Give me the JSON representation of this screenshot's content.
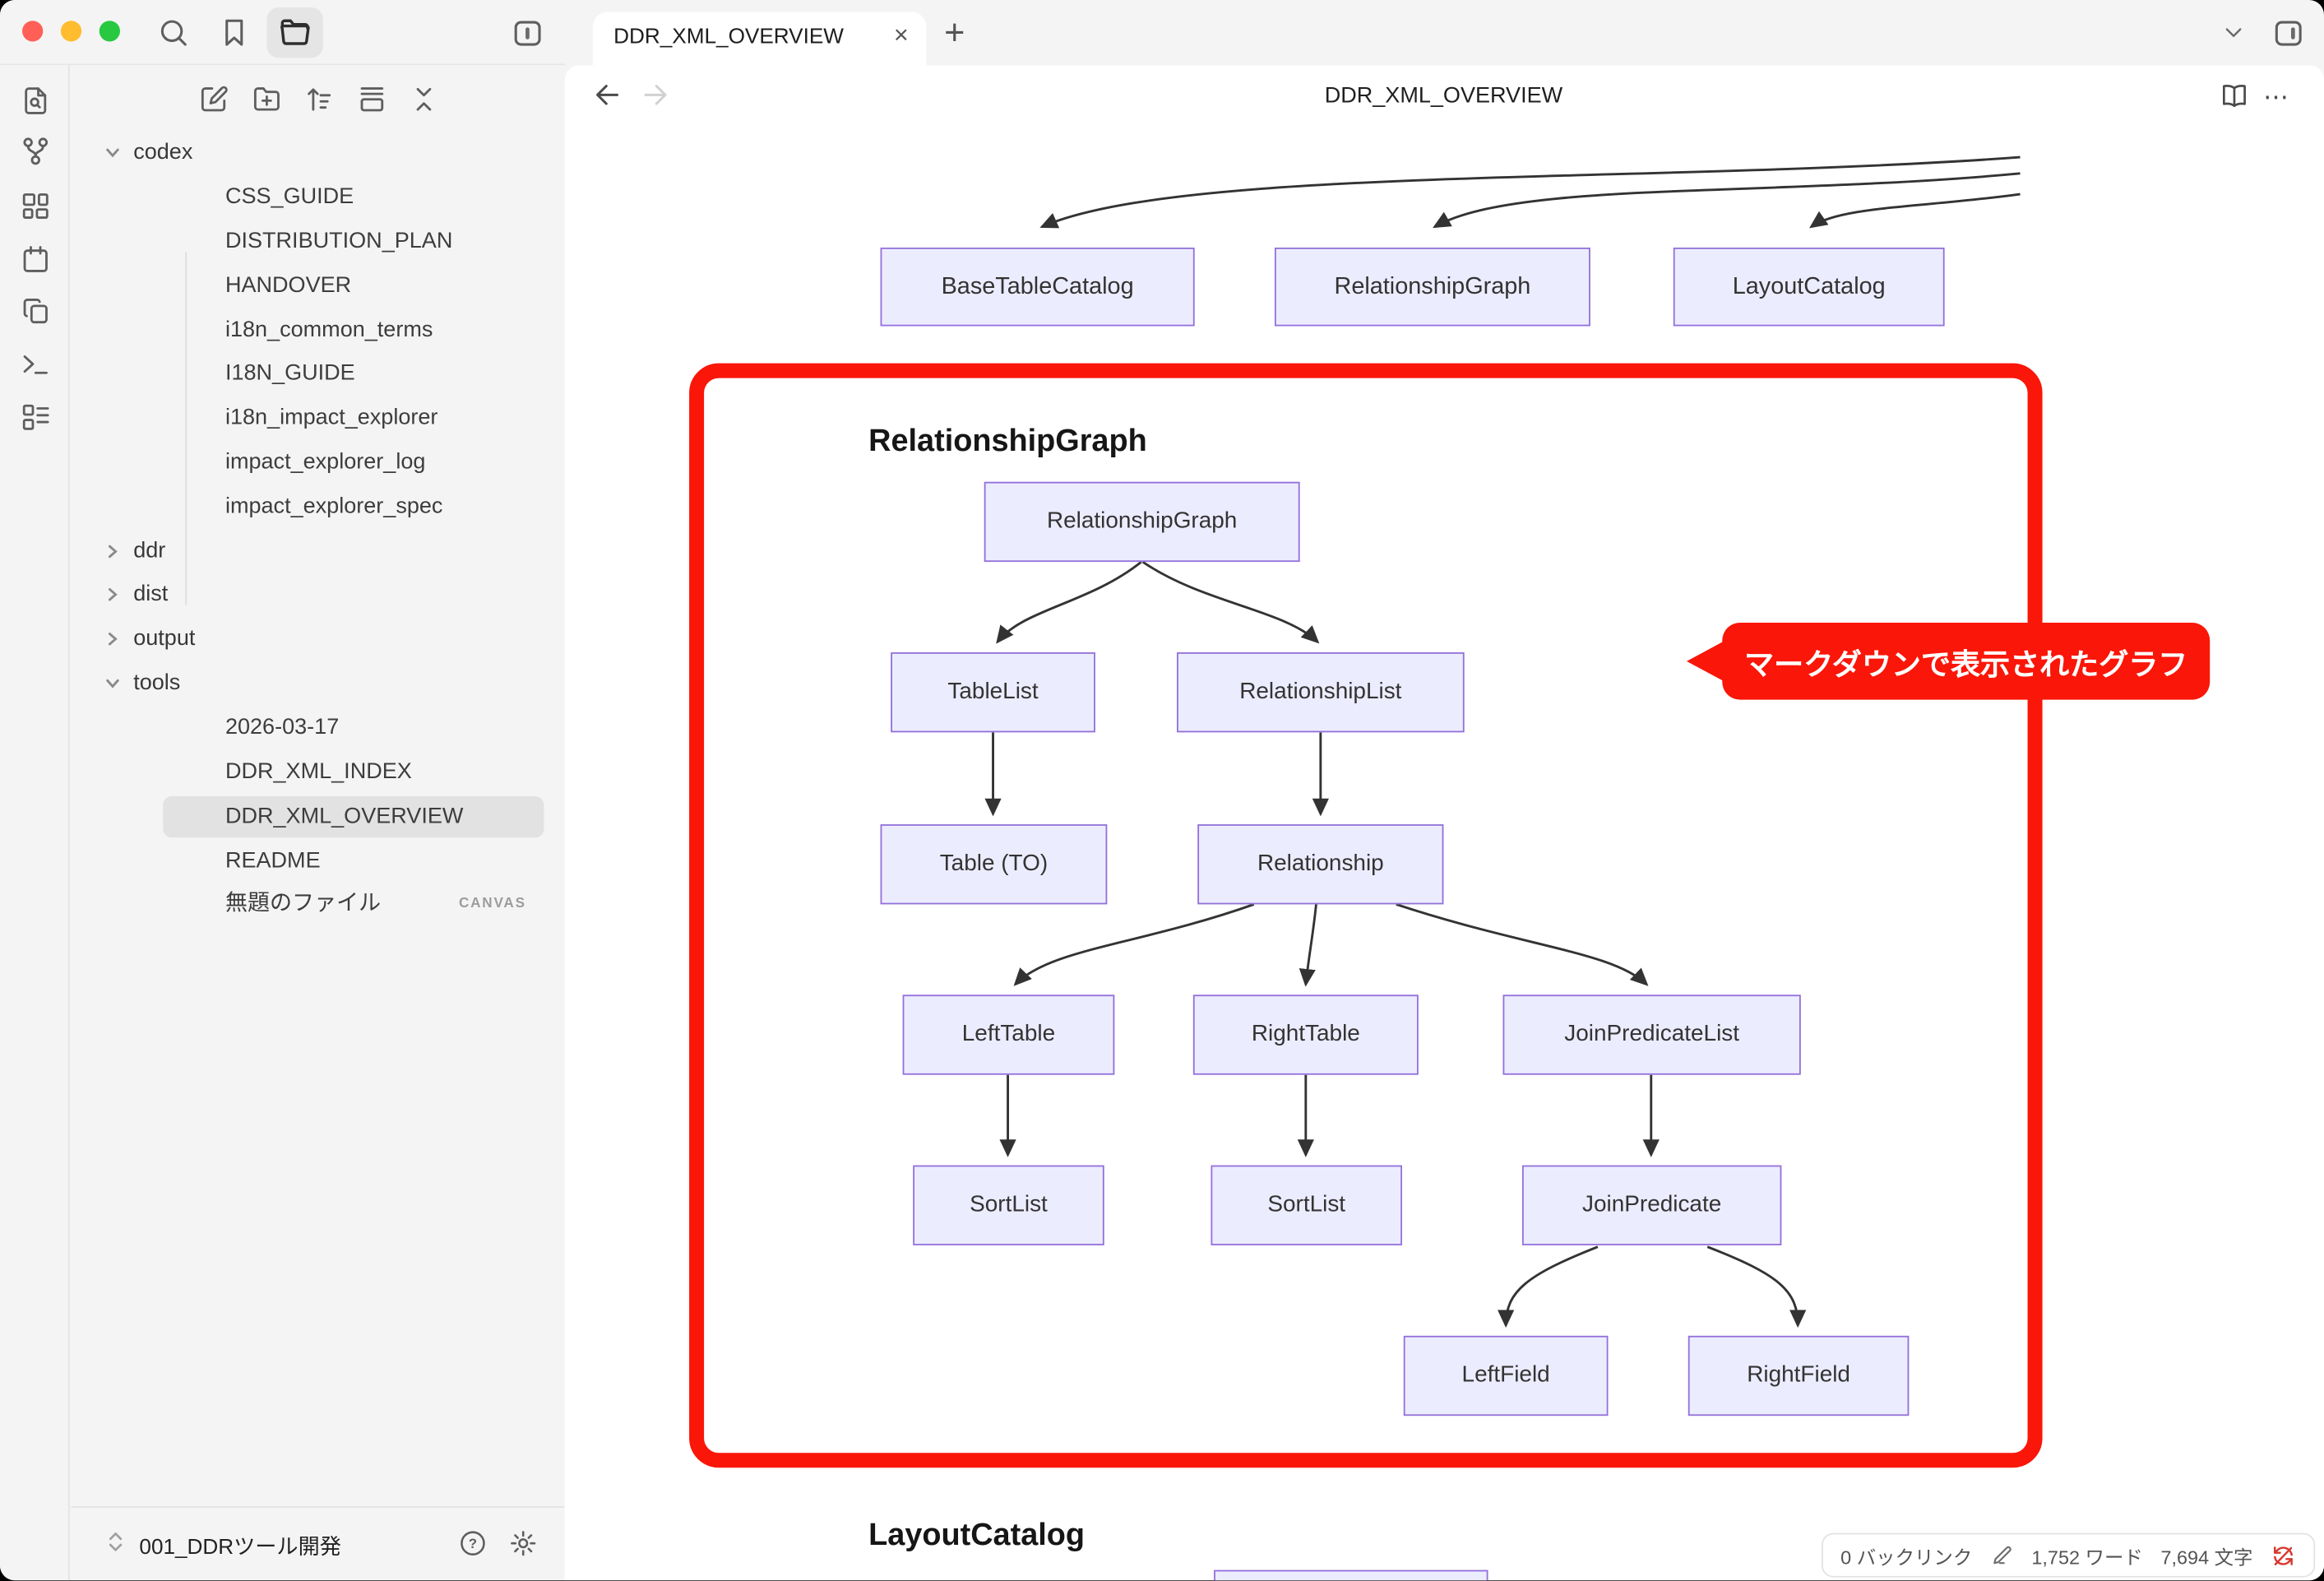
{
  "titlebar": {
    "icons": [
      "search-icon",
      "bookmark-icon",
      "folder-icon",
      "left-sidebar-toggle-icon",
      "right-sidebar-toggle-icon"
    ]
  },
  "ribbon_icons": [
    "file-search-icon",
    "graph-merge-icon",
    "dashboard-icon",
    "calendar-icon",
    "copy-icon",
    "terminal-icon",
    "list-todo-icon"
  ],
  "sidebar": {
    "toolbar_icons": [
      "new-note-icon",
      "new-folder-icon",
      "sort-icon",
      "panel-rows-icon",
      "collapse-all-icon"
    ],
    "tree": [
      {
        "label": "codex",
        "type": "folder",
        "state": "expanded"
      },
      {
        "label": "CSS_GUIDE",
        "type": "file"
      },
      {
        "label": "DISTRIBUTION_PLAN",
        "type": "file"
      },
      {
        "label": "HANDOVER",
        "type": "file"
      },
      {
        "label": "i18n_common_terms",
        "type": "file"
      },
      {
        "label": "I18N_GUIDE",
        "type": "file"
      },
      {
        "label": "i18n_impact_explorer",
        "type": "file"
      },
      {
        "label": "impact_explorer_log",
        "type": "file"
      },
      {
        "label": "impact_explorer_spec",
        "type": "file"
      },
      {
        "label": "ddr",
        "type": "folder",
        "state": "collapsed"
      },
      {
        "label": "dist",
        "type": "folder",
        "state": "collapsed"
      },
      {
        "label": "output",
        "type": "folder",
        "state": "collapsed"
      },
      {
        "label": "tools",
        "type": "folder",
        "state": "expanded"
      },
      {
        "label": "2026-03-17",
        "type": "file"
      },
      {
        "label": "DDR_XML_INDEX",
        "type": "file"
      },
      {
        "label": "DDR_XML_OVERVIEW",
        "type": "file",
        "selected": true
      },
      {
        "label": "README",
        "type": "file"
      },
      {
        "label": "無題のファイル",
        "type": "file",
        "badge": "CANVAS"
      }
    ],
    "vault": {
      "name": "001_DDRツール開発"
    }
  },
  "tab": {
    "title": "DDR_XML_OVERVIEW",
    "close": "×",
    "new_tab": "+"
  },
  "view_header": {
    "title": "DDR_XML_OVERVIEW",
    "more": "⋯"
  },
  "document": {
    "top_graph": {
      "nodes": [
        "BaseTableCatalog",
        "RelationshipGraph",
        "LayoutCatalog"
      ]
    },
    "relationship_graph_section": {
      "heading": "RelationshipGraph",
      "nodes": [
        "RelationshipGraph",
        "TableList",
        "RelationshipList",
        "Table (TO)",
        "Relationship",
        "LeftTable",
        "RightTable",
        "JoinPredicateList",
        "SortList",
        "SortList",
        "JoinPredicate",
        "LeftField",
        "RightField"
      ],
      "edges": [
        [
          "RelationshipGraph",
          "TableList"
        ],
        [
          "RelationshipGraph",
          "RelationshipList"
        ],
        [
          "TableList",
          "Table (TO)"
        ],
        [
          "RelationshipList",
          "Relationship"
        ],
        [
          "Relationship",
          "LeftTable"
        ],
        [
          "Relationship",
          "RightTable"
        ],
        [
          "Relationship",
          "JoinPredicateList"
        ],
        [
          "LeftTable",
          "SortList"
        ],
        [
          "RightTable",
          "SortList"
        ],
        [
          "JoinPredicateList",
          "JoinPredicate"
        ],
        [
          "JoinPredicate",
          "LeftField"
        ],
        [
          "JoinPredicate",
          "RightField"
        ]
      ]
    },
    "layout_catalog_section": {
      "heading": "LayoutCatalog"
    },
    "annotation": {
      "label": "マークダウンで表示されたグラフ",
      "color": "#FA1608"
    }
  },
  "status_bar": {
    "backlinks": "0 バックリンク",
    "words": "1,752 ワード",
    "characters": "7,694 文字",
    "icons": [
      "pencil-icon",
      "sync-off-icon"
    ]
  },
  "colors": {
    "node_fill": "#ECECFF",
    "node_border": "#9370DB",
    "edge": "#333333",
    "selection": "#E2E2E2"
  }
}
